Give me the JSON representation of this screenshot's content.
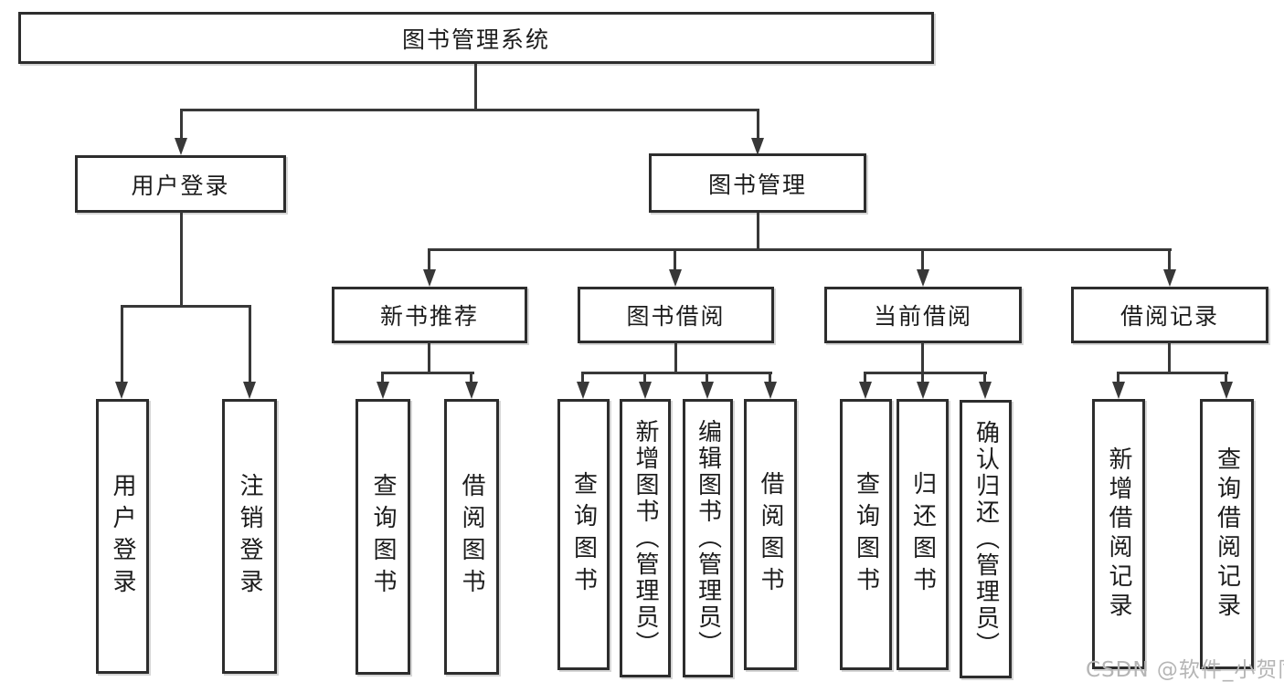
{
  "tree": {
    "root": "图书管理系统",
    "level2": {
      "user_login": "用户登录",
      "book_mgmt": "图书管理"
    },
    "level3": {
      "new_book": "新书推荐",
      "book_borrow": "图书借阅",
      "current_borrow": "当前借阅",
      "borrow_record": "借阅记录"
    },
    "leaves": {
      "user_login": [
        "用户登录",
        "注销登录"
      ],
      "new_book": [
        "查询图书",
        "借阅图书"
      ],
      "book_borrow": [
        "查询图书",
        "新增图书（管理员）",
        "编辑图书（管理员）",
        "借阅图书"
      ],
      "current_borrow": [
        "查询图书",
        "归还图书",
        "确认归还（管理员）"
      ],
      "borrow_record": [
        "新增借阅记录",
        "查询借阅记录"
      ]
    }
  },
  "watermark": "CSDN @软件_小贺同学",
  "colors": {
    "line": "#383838",
    "box_border": "#2d2d2d",
    "text": "#1c1c1c",
    "watermark": "#b5b5b5",
    "background": "#ffffff"
  }
}
